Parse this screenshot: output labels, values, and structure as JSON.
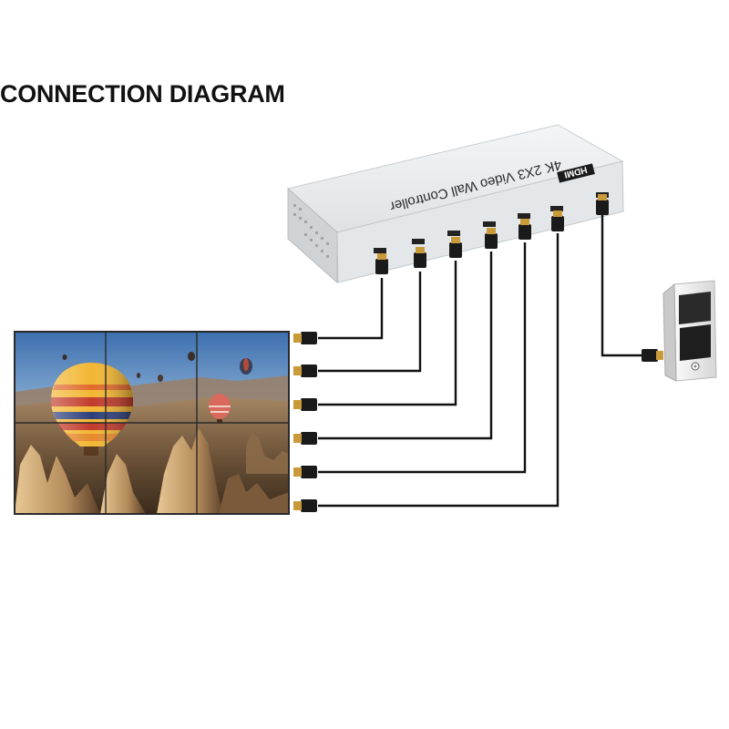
{
  "title": "CONNECTION DIAGRAM",
  "controller": {
    "product_name": "4K 2X3 Video Wall Controller",
    "brand_logo": "HDMI",
    "body_color": "#e9ebec",
    "output_port_count": 6,
    "input_port_count": 1
  },
  "video_wall": {
    "rows": 2,
    "columns": 3,
    "content": "hot air balloons over rock landscape"
  },
  "source_device": {
    "icon": "pc-tower-icon"
  },
  "cables": {
    "type": "HDMI",
    "color": "#111111",
    "count": 7
  }
}
